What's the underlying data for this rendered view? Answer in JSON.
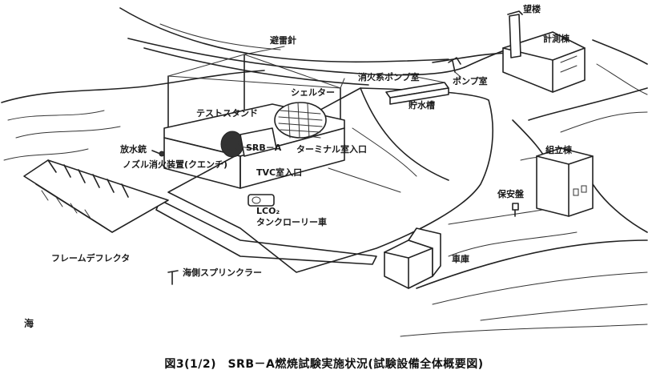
{
  "labels": {
    "lightning_rod": "避雷針",
    "watchtower": "望楼",
    "instrument_building": "計測棟",
    "fire_pump_room": "消火系ポンプ室",
    "pump_room": "ポンプ室",
    "water_tank": "貯水槽",
    "shelter": "シェルター",
    "test_stand": "テストスタンド",
    "water_gun": "放水銃",
    "srb_a": "SRB－A",
    "terminal_room_entrance": "ターミナル室入口",
    "nozzle_quench": "ノズル消火装置(クエンチ)",
    "tvc_room_entrance": "TVC室入口",
    "assembly_building": "組立棟",
    "security_panel": "保安盤",
    "lco2_tank_truck": "LCO₂\nタンクローリー車",
    "frame_deflector": "フレームデフレクタ",
    "garage": "車庫",
    "seaside_sprinkler": "海側スプリンクラー",
    "sea": "海"
  },
  "caption": "図3(1/2)　SRB－A燃焼試験実施状況(試験設備全体概要図)"
}
